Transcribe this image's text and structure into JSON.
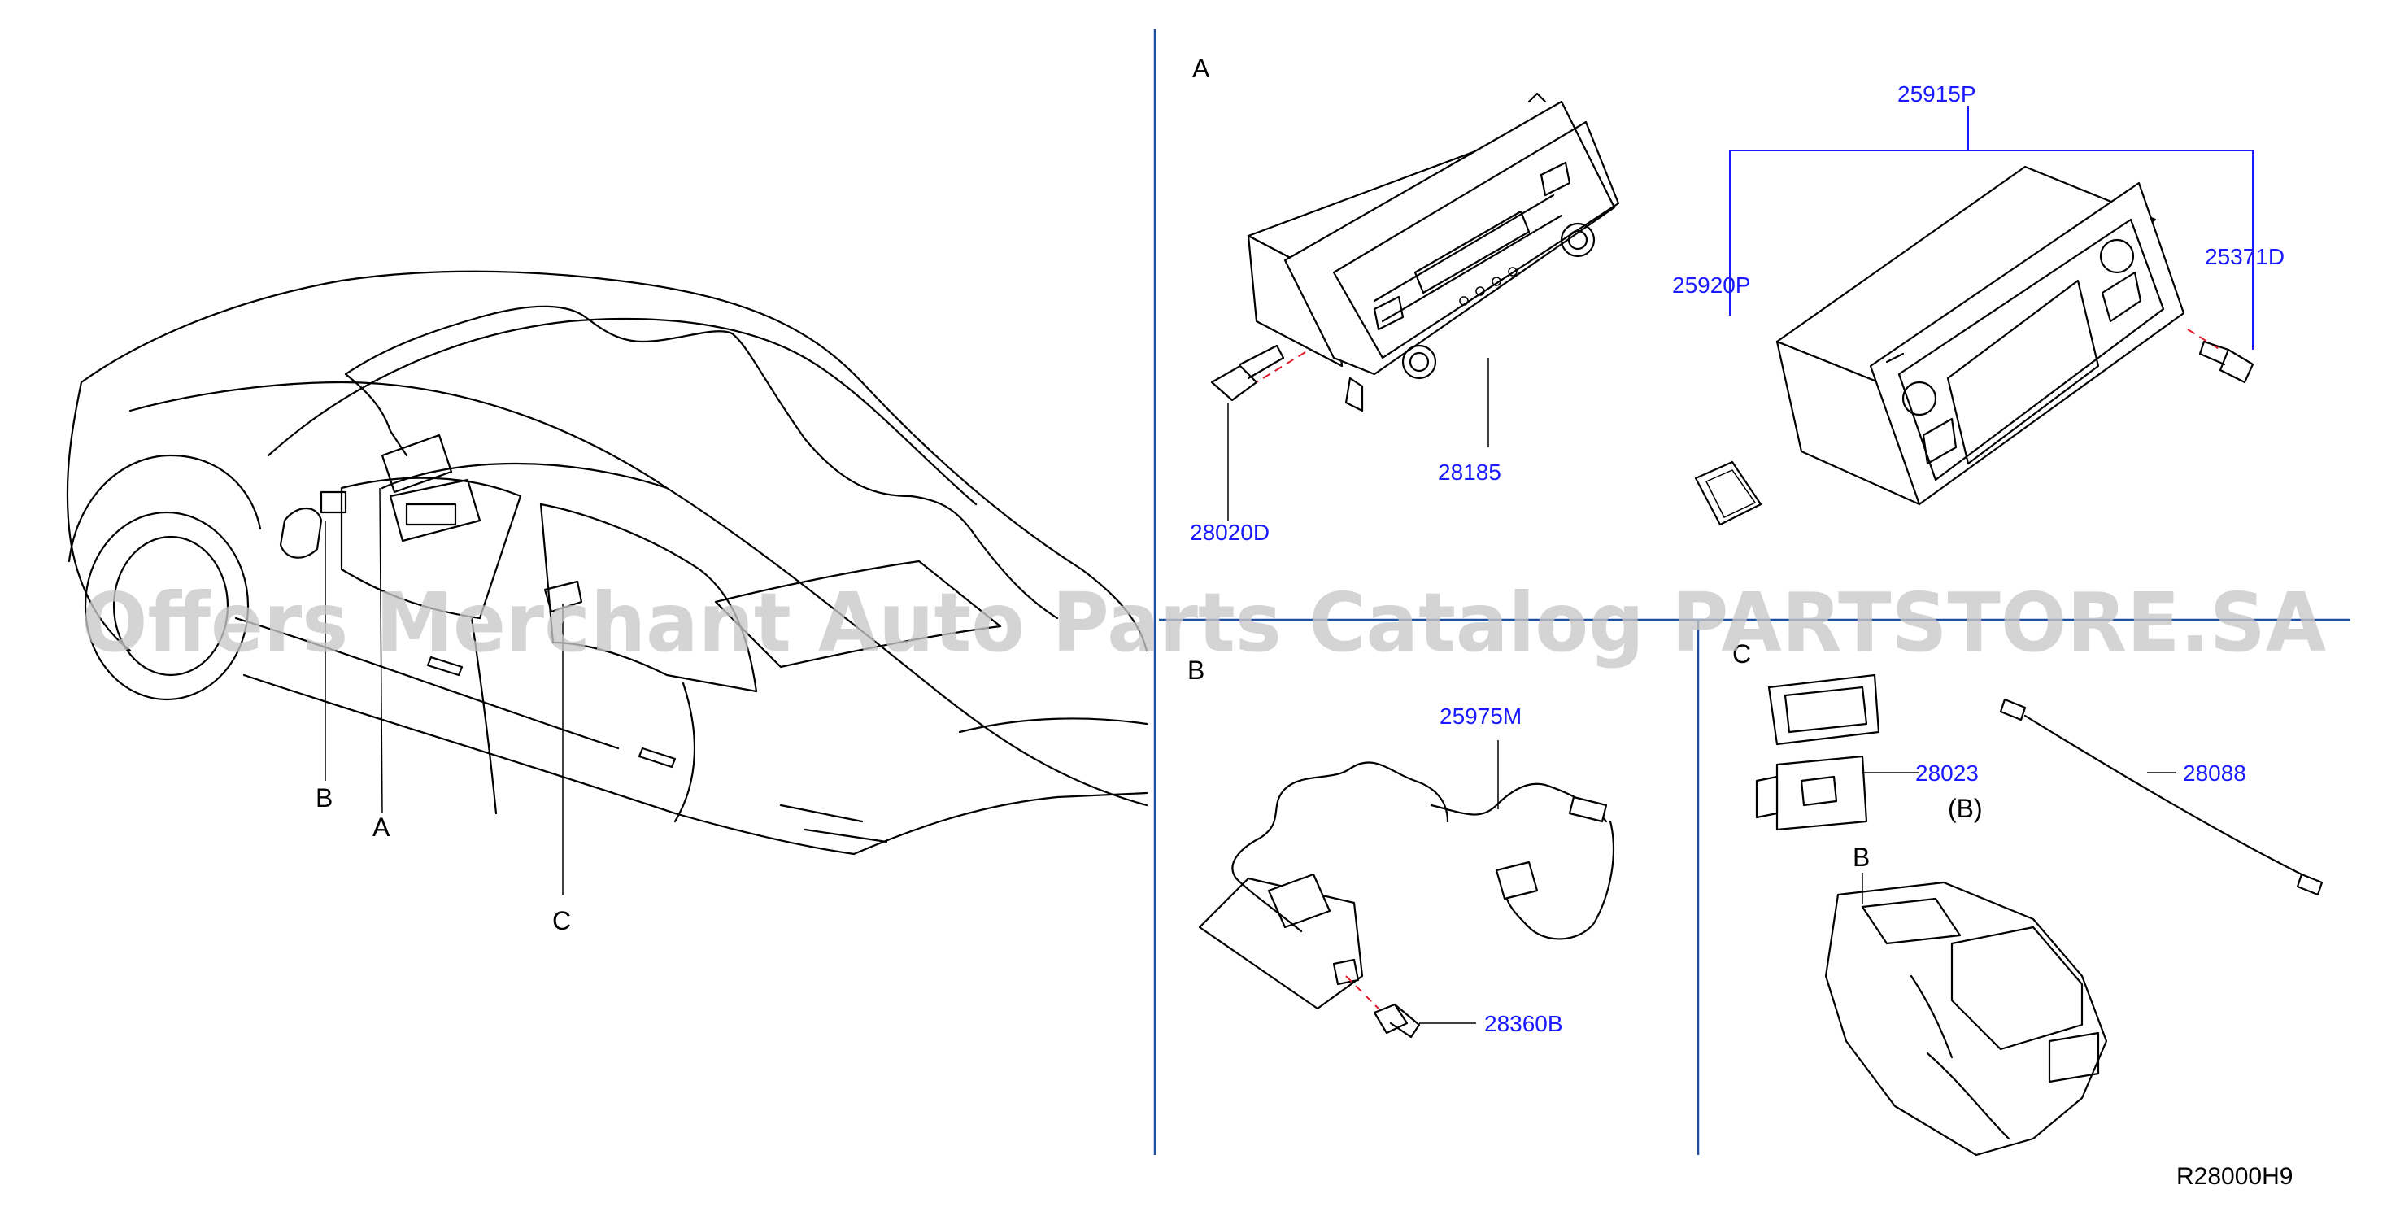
{
  "watermark": "Offers Merchant Auto Parts Catalog PARTSTORE.SA",
  "diagram_ref": "R28000H9",
  "car_callouts": {
    "a": "A",
    "b": "B",
    "c": "C"
  },
  "sections": {
    "a": {
      "label": "A"
    },
    "b": {
      "label": "B"
    },
    "c": {
      "label": "C",
      "sub_label": "(B)",
      "inset_label": "B"
    }
  },
  "parts": {
    "p25915P": "25915P",
    "p25920P": "25920P",
    "p25371D": "25371D",
    "p28185": "28185",
    "p28020D": "28020D",
    "p25975M": "25975M",
    "p28360B": "28360B",
    "p28023": "28023",
    "p28088": "28088"
  },
  "colors": {
    "part_number": "#1a1aff",
    "divider": "#1f4fa0",
    "fastener_dash": "#e0192a",
    "watermark": "#c8c8c8"
  }
}
